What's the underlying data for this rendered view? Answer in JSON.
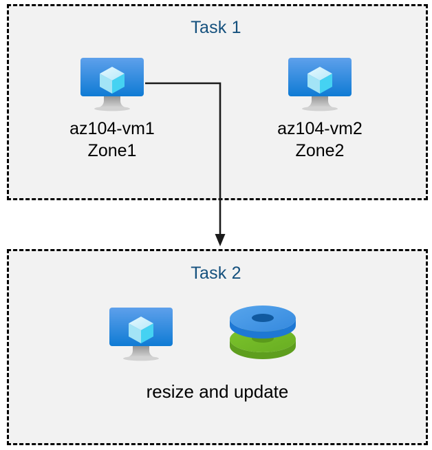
{
  "diagram": {
    "title_color": "#14507D",
    "box_fill": "#F2F2F2",
    "box_border_color": "#000000",
    "connector_color": "#1A1A1A",
    "groups": [
      {
        "id": "task1",
        "label": "Task 1"
      },
      {
        "id": "task2",
        "label": "Task 2"
      }
    ],
    "nodes": [
      {
        "id": "vm1",
        "icon": "azure-virtual-machine-icon",
        "label_line1": "az104-vm1",
        "label_line2": "Zone1",
        "label": "az104-vm1\nZone1",
        "group": "task1"
      },
      {
        "id": "vm2",
        "icon": "azure-virtual-machine-icon",
        "label_line1": "az104-vm2",
        "label_line2": "Zone2",
        "label": "az104-vm2\nZone2",
        "group": "task1"
      },
      {
        "id": "vm3",
        "icon": "azure-virtual-machine-icon",
        "label": "",
        "group": "task2"
      },
      {
        "id": "disks",
        "icon": "azure-disks-icon",
        "label": "",
        "group": "task2"
      }
    ],
    "edges": [
      {
        "id": "vm1-to-task2",
        "from": "vm1",
        "to": "task2",
        "style": "elbow",
        "arrowhead": "filled-triangle"
      }
    ],
    "captions": [
      {
        "id": "task2-caption",
        "text": "resize and update",
        "group": "task2"
      }
    ],
    "icon_colors": {
      "vm_screen_top": "#5EA0EB",
      "vm_screen_bottom": "#0F7BD4",
      "vm_cube_light": "#CFF0FB",
      "vm_cube_mid": "#9BE2F7",
      "vm_cube_dark": "#38CDF2",
      "vm_stand": "#A8A8A8",
      "disk_blue_top": "#4A9BE8",
      "disk_blue_rim": "#1E78D4",
      "disk_blue_hole": "#10599F",
      "disk_green_top": "#74BC27",
      "disk_green_rim": "#5E9E1E",
      "disk_green_hole": "#5B9A1B"
    }
  }
}
